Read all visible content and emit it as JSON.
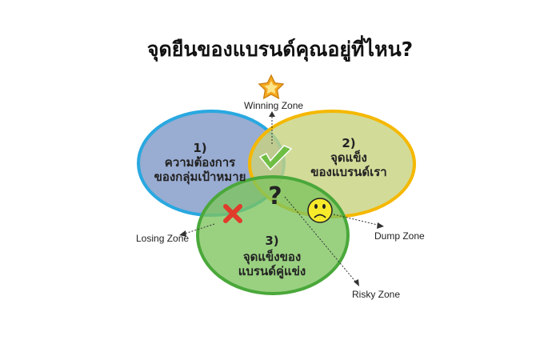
{
  "title": "จุดยืนของแบรนด์คุณอยู่ที่ไหน?",
  "circles": [
    {
      "num": "1)",
      "line1": "ความต้องการ",
      "line2": "ของกลุ่มเป้าหมาย",
      "fill": "#8ea3cd",
      "stroke": "#29a8e0"
    },
    {
      "num": "2)",
      "line1": "จุดแข็ง",
      "line2": "ของแบรนด์เรา",
      "fill": "#c8d27f",
      "stroke": "#f5b800"
    },
    {
      "num": "3)",
      "line1": "จุดแข็งของ",
      "line2": "แบรนด์คู่แข่ง",
      "fill": "#7ec45e",
      "stroke": "#4aa83a"
    }
  ],
  "zones": {
    "winning": "Winning Zone",
    "losing": "Losing Zone",
    "dump": "Dump Zone",
    "risky": "Risky Zone"
  },
  "symbols": {
    "question": "?",
    "star_icon": "star-icon",
    "check_icon": "check-icon",
    "cross_icon": "cross-icon",
    "sad_icon": "sad-face-icon"
  }
}
